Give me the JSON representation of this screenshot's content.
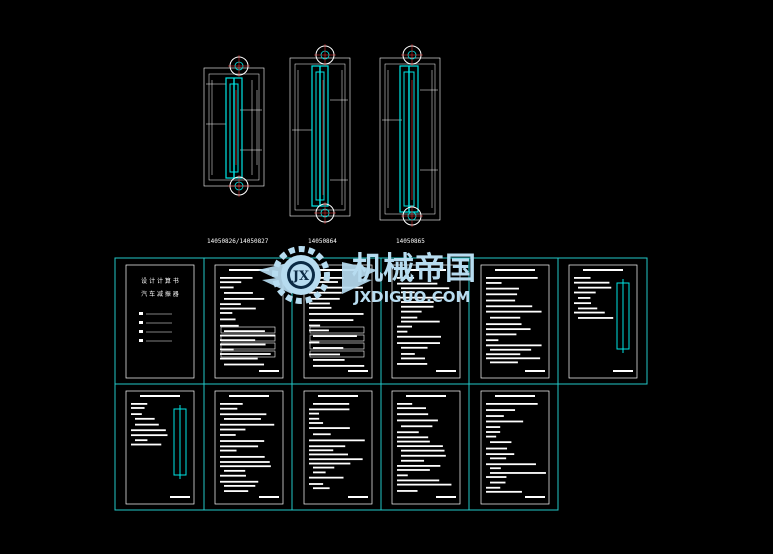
{
  "drawings": [
    {
      "label": "14050826/14050827"
    },
    {
      "label": "14050864"
    },
    {
      "label": "14050865"
    }
  ],
  "watermark": {
    "cn_text": "机械帝国",
    "en_text": "JXDIGUO.COM",
    "logo_text": "JX"
  },
  "cover_sheet": {
    "title": "设 计 计 算 书",
    "subtitle": "汽 车 减 振 器"
  },
  "colors": {
    "background": "#000000",
    "cyan": "#00e5e5",
    "frame": "#22c8c8",
    "white": "#ffffff",
    "red": "#ff3030",
    "watermark": "#b7dcf0"
  }
}
